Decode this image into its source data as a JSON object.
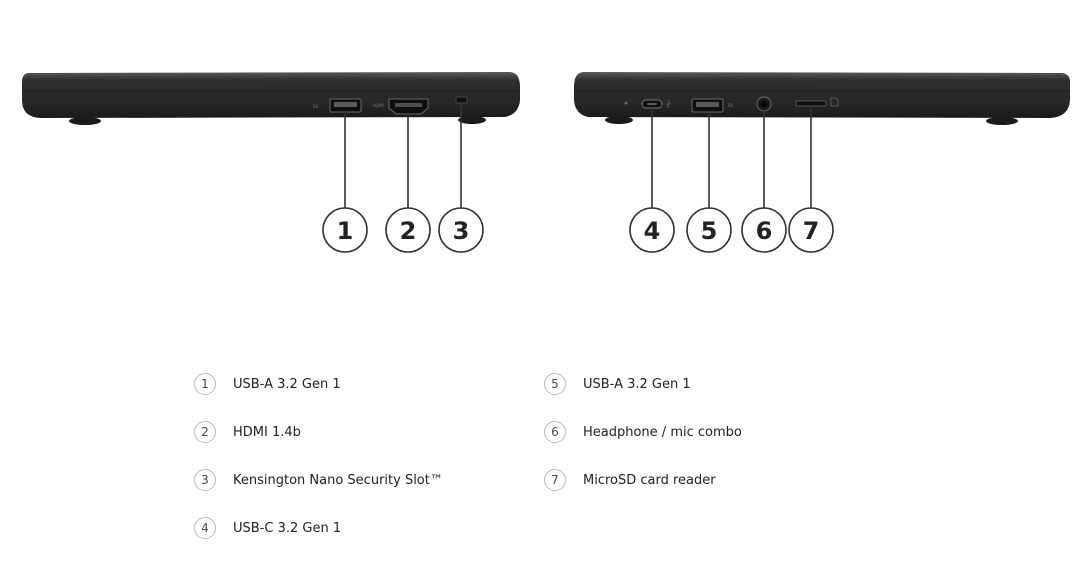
{
  "callouts": [
    "1",
    "2",
    "3",
    "4",
    "5",
    "6",
    "7"
  ],
  "port_captions": {
    "usb_a_left": "SS",
    "hdmi": "HDMI",
    "usb_a_right": "SS"
  },
  "legend": {
    "left": [
      {
        "num": "1",
        "label": "USB-A 3.2 Gen 1"
      },
      {
        "num": "2",
        "label": "HDMI 1.4b"
      },
      {
        "num": "3",
        "label": "Kensington Nano Security Slot™"
      },
      {
        "num": "4",
        "label": "USB-C 3.2 Gen 1"
      }
    ],
    "right": [
      {
        "num": "5",
        "label": "USB-A 3.2 Gen 1"
      },
      {
        "num": "6",
        "label": "Headphone / mic combo"
      },
      {
        "num": "7",
        "label": "MicroSD card reader"
      }
    ]
  },
  "colors": {
    "chassis": "#2b2b2b",
    "lid": "#3a3a3a",
    "leader_line": "#333333",
    "callout_border": "#333333"
  }
}
